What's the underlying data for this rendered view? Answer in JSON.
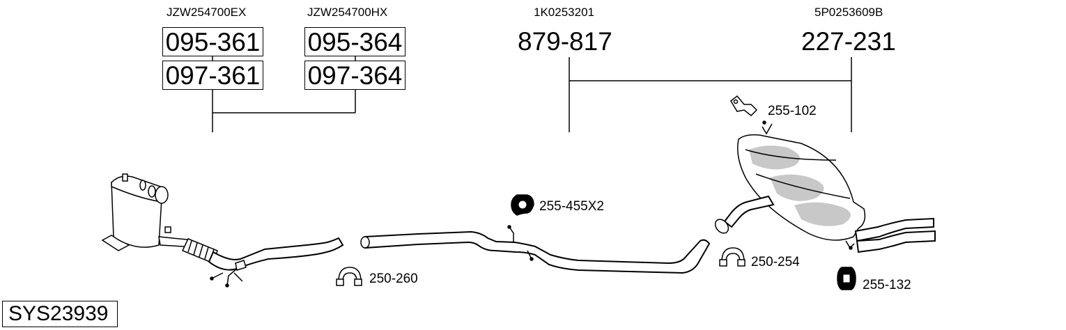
{
  "system_code": "SYS23939",
  "groups": [
    {
      "oem": "JZW254700EX",
      "parts": [
        "095-361",
        "097-361"
      ]
    },
    {
      "oem": "JZW254700HX",
      "parts": [
        "095-364",
        "097-364"
      ]
    },
    {
      "oem": "1K0253201",
      "parts": [
        "879-817"
      ]
    },
    {
      "oem": "5P0253609B",
      "parts": [
        "227-231"
      ]
    }
  ],
  "accessories": [
    {
      "part": "255-102",
      "icon": "bracket-icon"
    },
    {
      "part": "255-455X2",
      "icon": "rubber-hanger-icon"
    },
    {
      "part": "250-260",
      "icon": "clamp-icon"
    },
    {
      "part": "250-254",
      "icon": "clamp-icon"
    },
    {
      "part": "255-132",
      "icon": "rubber-hanger-icon"
    }
  ]
}
